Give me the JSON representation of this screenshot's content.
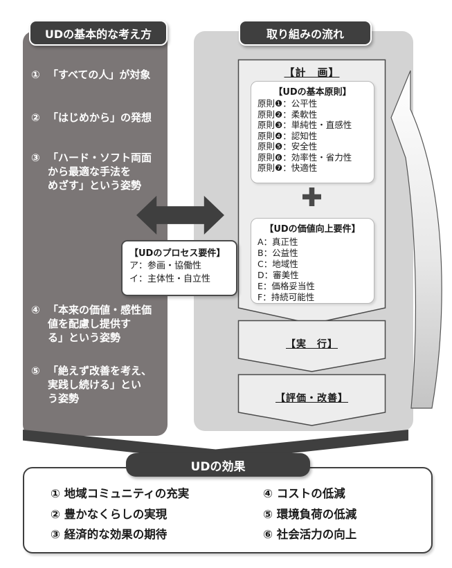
{
  "left_panel": {
    "title": "UDの基本的な考え方",
    "items": [
      {
        "num": "①",
        "text": "「すべての人」が対象"
      },
      {
        "num": "②",
        "text": "「はじめから」の発想"
      },
      {
        "num": "③",
        "text": "「ハード・ソフト両面\nから最適な手法を\nめざす」という姿勢"
      },
      {
        "num": "④",
        "text": "「本来の価値・感性価\n値を配慮し提供す\nる」という姿勢"
      },
      {
        "num": "⑤",
        "text": "「絶えず改善を考え、\n実践し続ける」とい\nう姿勢"
      }
    ]
  },
  "flow_panel": {
    "title": "取り組みの流れ",
    "plan": {
      "label": "【計　画】",
      "principles": {
        "title": "【UDの基本原則】",
        "items": [
          "原則❶：公平性",
          "原則❷：柔軟性",
          "原則❸：単純性・直感性",
          "原則❹：認知性",
          "原則❺：安全性",
          "原則❻：効率性・省力性",
          "原則❼：快適性"
        ]
      },
      "plus_icon": "plus",
      "values": {
        "title": "【UDの価値向上要件】",
        "items": [
          "A：真正性",
          "B：公益性",
          "C：地域性",
          "D：審美性",
          "E：価格妥当性",
          "F：持続可能性"
        ]
      }
    },
    "do": {
      "label": "【実　行】"
    },
    "check": {
      "label": "【評価・改善】"
    }
  },
  "process_box": {
    "title": "【UDのプロセス要件】",
    "items": [
      "ア：参画・協働性",
      "イ：主体性・自立性"
    ]
  },
  "effects": {
    "title": "UDの効果",
    "items_left": [
      "① 地域コミュニティの充実",
      "② 豊かなくらしの実現",
      "③ 経済的な効果の期待"
    ],
    "items_right": [
      "④ コストの低減",
      "⑤ 環境負荷の低減",
      "⑥ 社会活力の向上"
    ]
  },
  "colors": {
    "dark_accent": "#3f3f3f",
    "left_panel_bg": "#7b7676",
    "flow_panel_bg": "#d3d3d3",
    "chevron_box_bg": "#ededed",
    "text": "#1a1a1a",
    "white": "#ffffff"
  }
}
